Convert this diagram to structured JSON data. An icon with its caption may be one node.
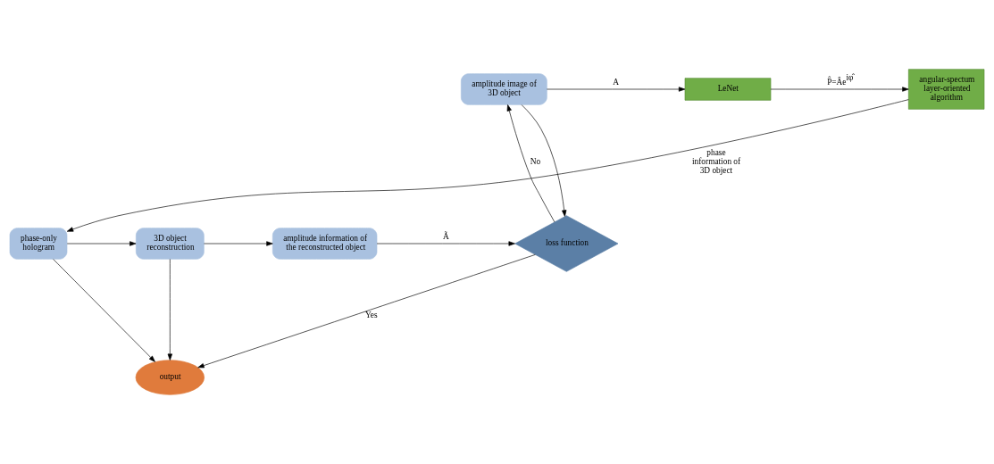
{
  "diagram": {
    "nodes": [
      {
        "text": [
          "amplitude image of 3D object"
        ]
      },
      {
        "text": [
          "LeNet"
        ]
      },
      {
        "text": [
          "angular-spectum layer-oriented algorithm"
        ]
      },
      {
        "text": [
          "phase-only hologram"
        ]
      },
      {
        "text": [
          "3D object reconstruction"
        ]
      },
      {
        "text": [
          "amplitude information of the reconstructed object"
        ]
      },
      {
        "text": [
          "loss function"
        ]
      },
      {
        "text": [
          "output"
        ]
      }
    ],
    "edges": [
      {
        "from": 0,
        "to": 1,
        "arrow": "to",
        "label": "A"
      },
      {
        "from": 1,
        "to": 2,
        "arrow": "to",
        "label": "P̂=Âe$^{iφ̂}$"
      },
      {
        "from": 2,
        "to": 3,
        "arrow": "to",
        "label": "phase information of 3D object"
      },
      {
        "from": 3,
        "to": 4,
        "arrow": "to"
      },
      {
        "from": 4,
        "to": 5,
        "arrow": "to"
      },
      {
        "from": 5,
        "to": 6,
        "arrow": "to",
        "label": "Ã"
      },
      {
        "from": 6,
        "to": 0,
        "arrow": "to",
        "label": "No"
      },
      {
        "from": 0,
        "to": 6,
        "arrow": "to"
      },
      {
        "from": 6,
        "to": 7,
        "arrow": "to",
        "label": "Yes"
      },
      {
        "from": 4,
        "to": 7,
        "arrow": "to"
      },
      {
        "from": 3,
        "to": 7,
        "arrow": "to"
      }
    ]
  }
}
